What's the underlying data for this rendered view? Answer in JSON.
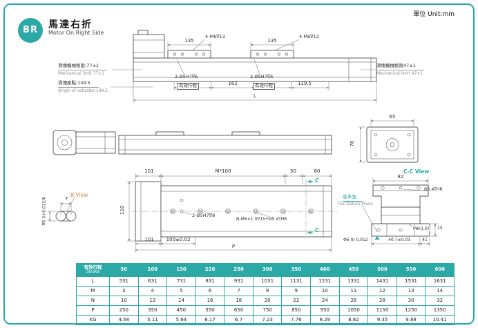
{
  "header": {
    "badge": "BR",
    "title_zh": "馬達右折",
    "title_en": "Motor On Right Side",
    "unit": "單位 Unit:mm"
  },
  "side_view": {
    "dim_135_left": "135",
    "thread_left": "4-M6∇13",
    "dim_135_right": "135",
    "thread_right": "4-M6∇13",
    "mech_limit_left_zh": "滑塊機械極限:77±1",
    "mech_limit_left_en": "Mechanical limit 77±1",
    "origin_zh": "滑塊原點:149.5",
    "origin_en": "Origin of actuator:149.5",
    "mech_limit_right_zh": "滑塊機械極限47±1",
    "mech_limit_right_en": "Mechanical limit 47±1",
    "hole_left": "2-Ø5H7∇6",
    "stroke_left": "有效行程",
    "dim_162": "162",
    "hole_right": "2-Ø5H7∇6",
    "stroke_right": "有效行程",
    "dim_119_5": "119.5",
    "dim_overall": "L"
  },
  "end_view": {
    "dim_65": "65",
    "dim_78": "78"
  },
  "b_view": {
    "label": "B View",
    "dim_7": "7",
    "side_callout": "∇6  5+0.012/0"
  },
  "plan_view": {
    "dim_101_top": "101",
    "dim_m100": "M*100",
    "dim_50": "50",
    "dim_80": "80",
    "dim_110": "110",
    "section_c": "C",
    "hole_label": "2-Ø5H7∇8",
    "thread_label": "N-M6×1.0∇15+Ø5.4THR",
    "dim_101_bottom": "101",
    "dim_100": "100±0.02",
    "dim_p": "P"
  },
  "cc_view": {
    "label": "C-C View",
    "dim_82": "82",
    "thr_label": "Ø5.4THR",
    "datum_zh": "基準面",
    "datum_en": "The Datum Plane",
    "thread": "M6(1.0)",
    "dim_15": "15",
    "dim_40_7": "40.7±0.03",
    "dim_41": "41",
    "phi6_tol": "Φ6 0/-0.012"
  },
  "table": {
    "header_zh": "有效行程",
    "header_en": "Stroke",
    "strokes": [
      "50",
      "100",
      "150",
      "220",
      "250",
      "300",
      "350",
      "400",
      "450",
      "500",
      "550",
      "600"
    ],
    "rows": [
      {
        "label": "L",
        "values": [
          "531",
          "631",
          "731",
          "831",
          "931",
          "1031",
          "1131",
          "1231",
          "1331",
          "1431",
          "1531",
          "1631"
        ]
      },
      {
        "label": "M",
        "values": [
          "3",
          "4",
          "5",
          "6",
          "7",
          "8",
          "9",
          "10",
          "11",
          "12",
          "13",
          "14"
        ]
      },
      {
        "label": "N",
        "values": [
          "10",
          "12",
          "14",
          "16",
          "18",
          "20",
          "22",
          "24",
          "26",
          "28",
          "30",
          "32"
        ]
      },
      {
        "label": "P",
        "values": [
          "250",
          "350",
          "450",
          "550",
          "650",
          "750",
          "850",
          "950",
          "1050",
          "1150",
          "1250",
          "1350"
        ]
      },
      {
        "label": "KG",
        "values": [
          "4.58",
          "5.11",
          "5.64",
          "6.17",
          "6.7",
          "7.23",
          "7.76",
          "8.29",
          "8.82",
          "9.35",
          "9.88",
          "10.41"
        ]
      }
    ]
  },
  "colors": {
    "accent": "#2aa9a6",
    "b_view_label": "#d98a3f"
  }
}
